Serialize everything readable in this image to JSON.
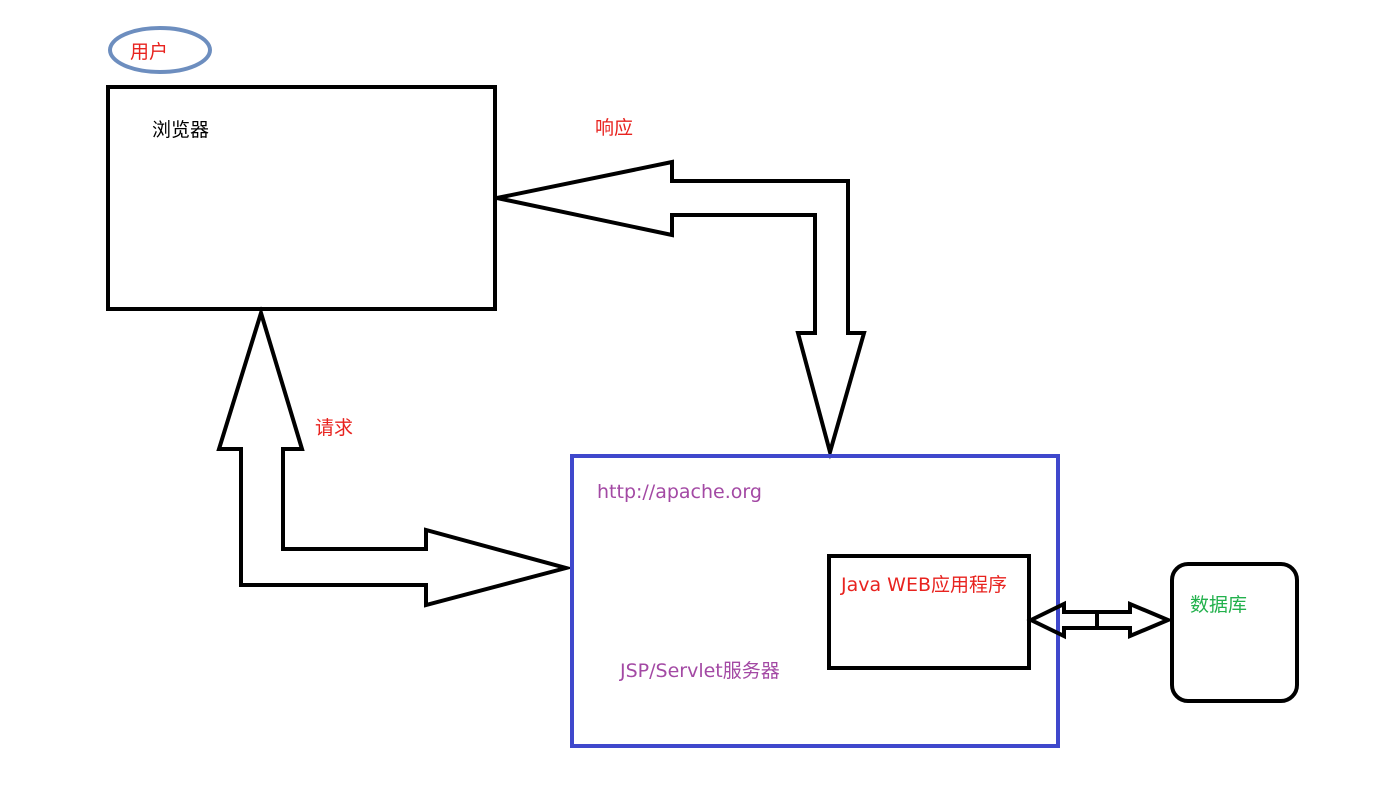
{
  "diagram": {
    "user_label": "用户",
    "browser_label": "浏览器",
    "response_label": "响应",
    "request_label": "请求",
    "server_url": "http://apache.org",
    "app_label": "Java WEB应用程序",
    "server_label": "JSP/Servlet服务器",
    "database_label": "数据库"
  },
  "colors": {
    "user_ellipse": "#6d8ebf",
    "label_red": "#e8231f",
    "server_border": "#3f48cc",
    "server_text": "#a349a4",
    "database_text": "#22b14c",
    "stroke": "#000000"
  }
}
